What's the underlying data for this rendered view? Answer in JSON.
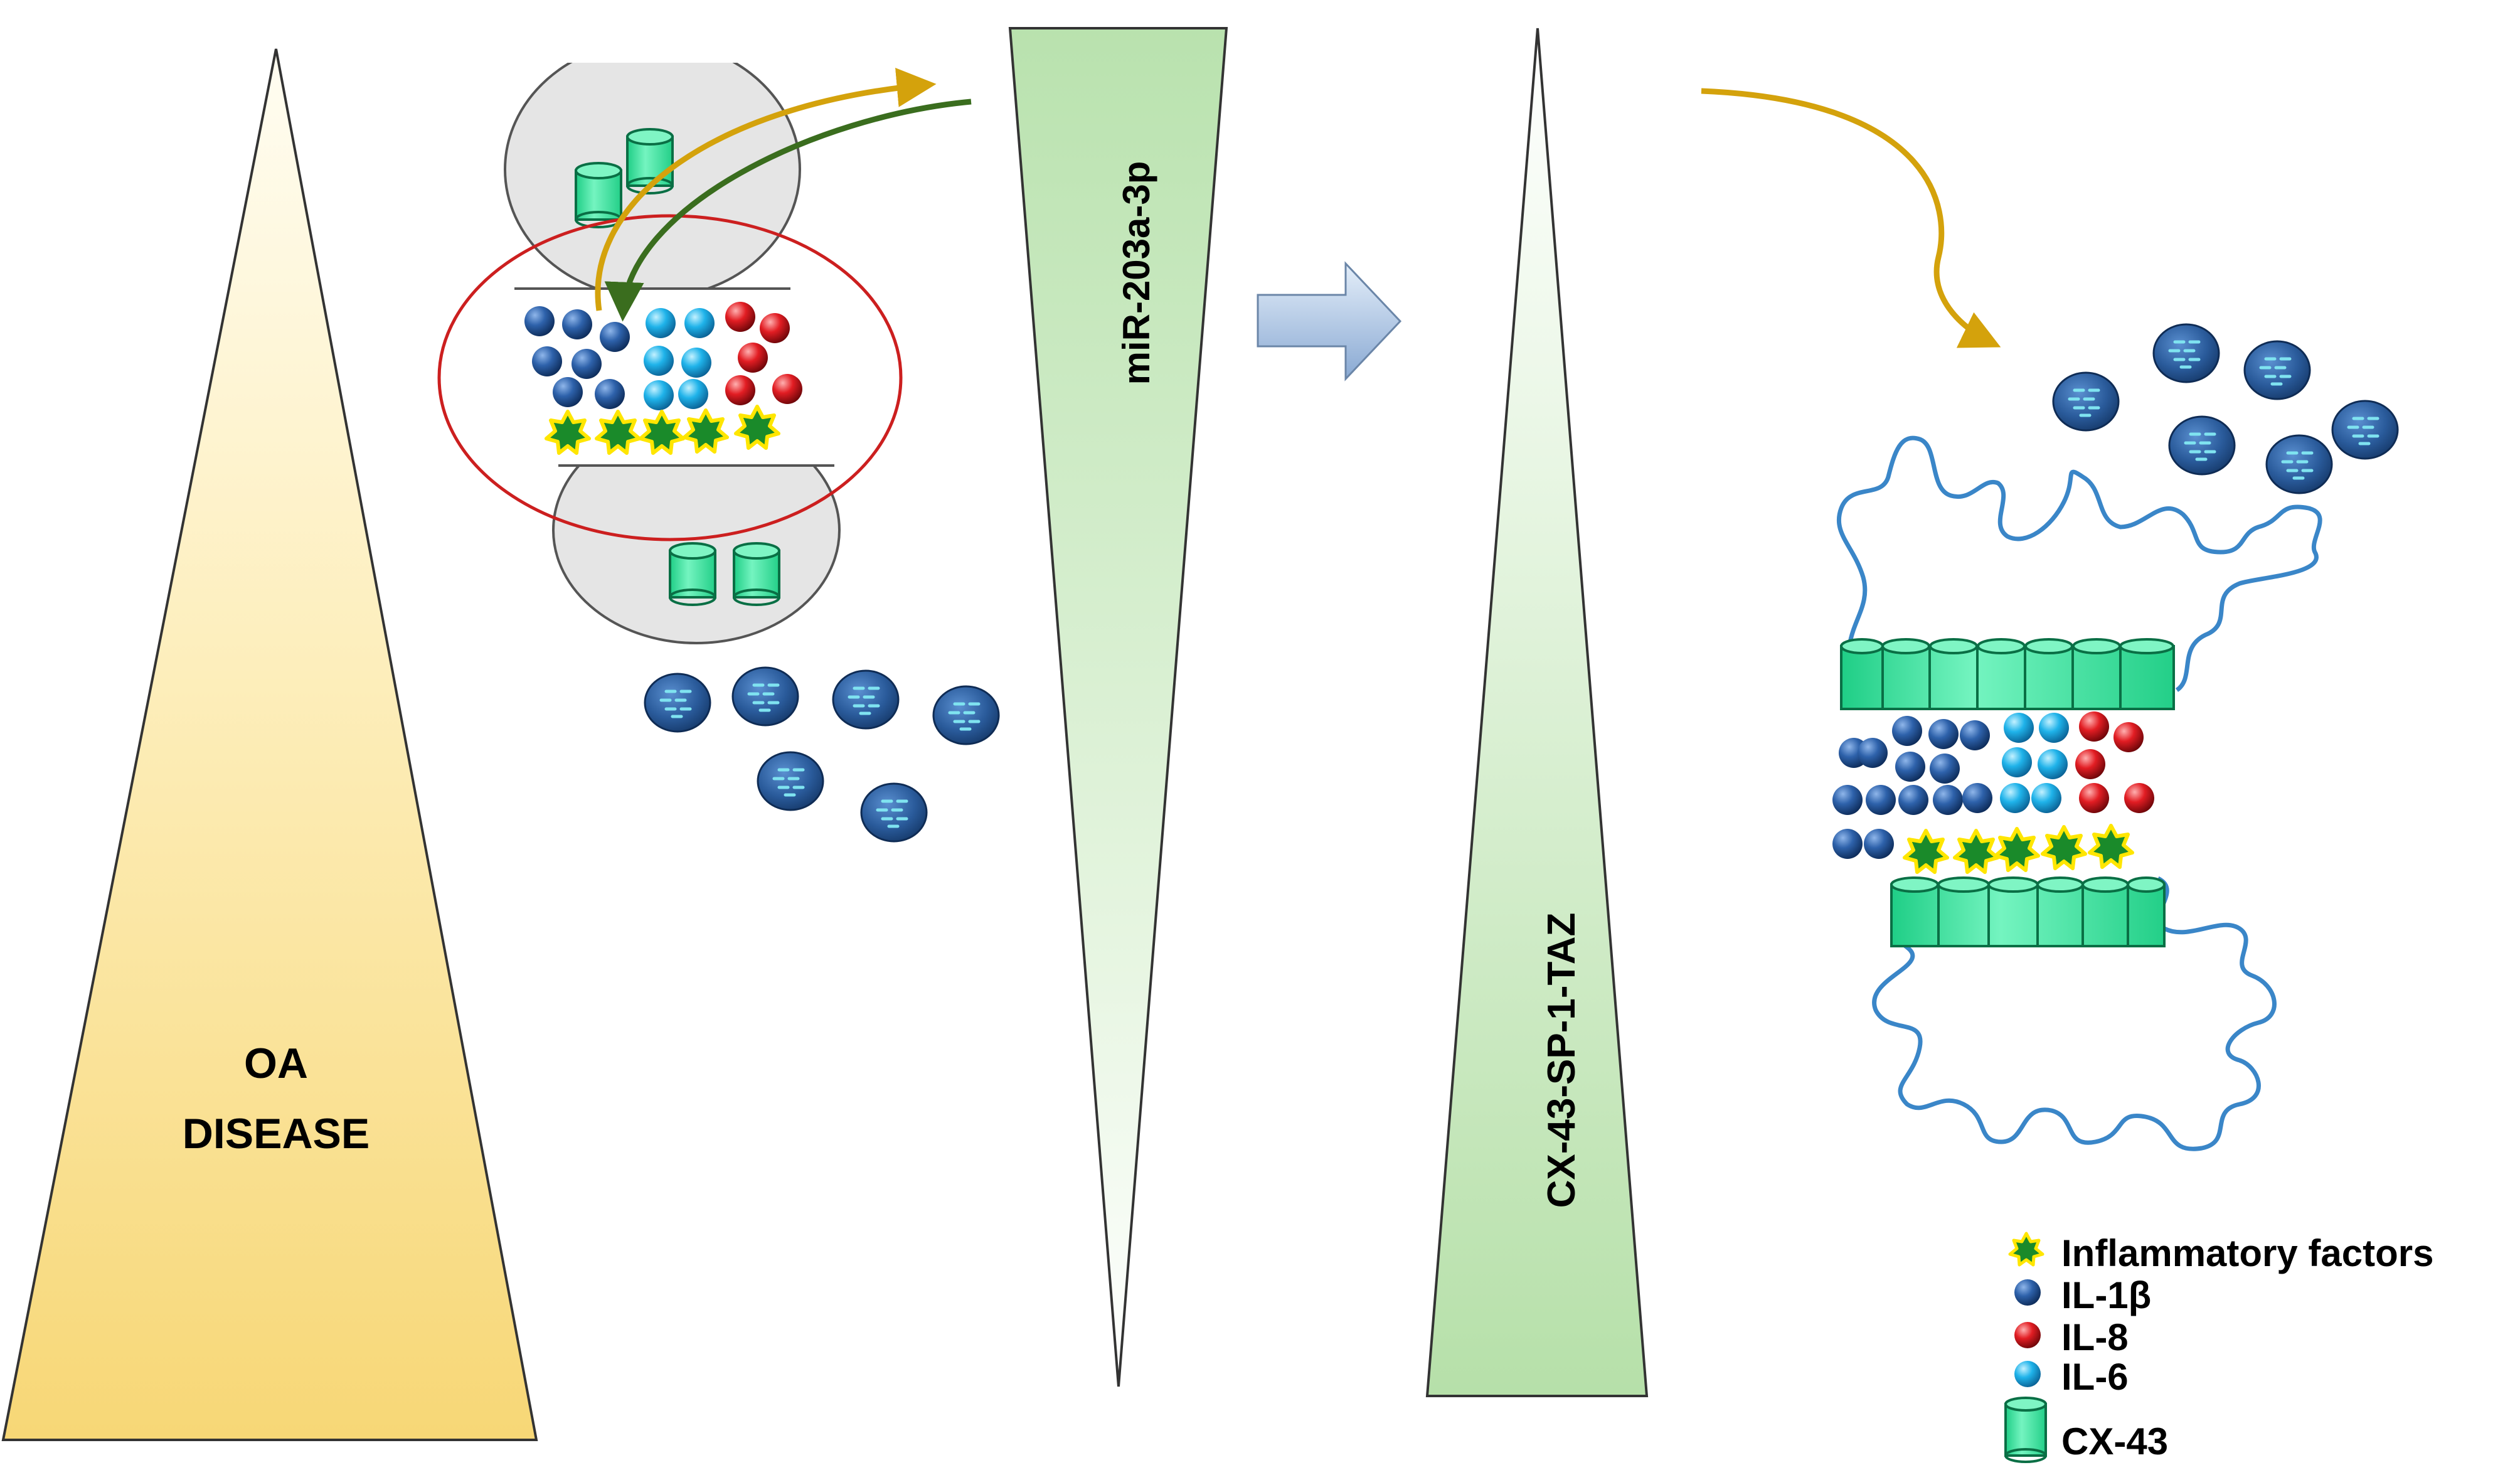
{
  "disease_triangle": {
    "line1": "OA",
    "line2": "DISEASE"
  },
  "mirna_label": "miR-203a-3p",
  "pathway_label": "CX-43-SP-1-TAZ",
  "legend": {
    "inflammatory": "Inflammatory factors",
    "il1b": "IL-1β",
    "il8": "IL-8",
    "il6": "IL-6",
    "cx43": "CX-43"
  },
  "colors": {
    "disease_fill": "#fbe7a4",
    "gradient_green": "#c4e7bc",
    "cell_gray": "#e5e5e5",
    "il1b_blue": "#1f4e8c",
    "il8_red": "#d9141b",
    "il6_cyan": "#19a6dd",
    "cx43_green": "#3ee6a0",
    "factor_green": "#1a8a2a",
    "factor_yellow": "#ffe600",
    "membrane_blue": "#3a86c8",
    "ellipse_red": "#cc1f1f",
    "arrow_gold": "#d4a20c",
    "arrow_green": "#3a6d1e",
    "block_arrow": "#a9c5e6"
  }
}
